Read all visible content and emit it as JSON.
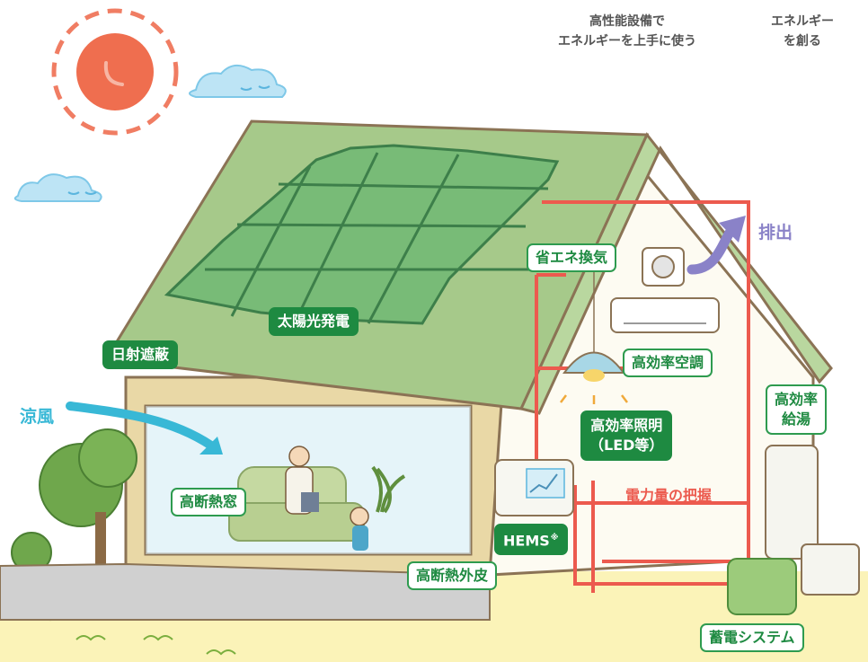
{
  "headings": {
    "use": [
      "高性能設備で",
      "エネルギーを上手に使う"
    ],
    "create": [
      "エネルギー",
      "を創る"
    ]
  },
  "labels": {
    "solar": "太陽光発電",
    "shade": "日射遮蔽",
    "ventilation": "省エネ換気",
    "aircon": "高効率空調",
    "lighting": [
      "高効率照明",
      "（LED等）"
    ],
    "water_heater": [
      "高効率",
      "給湯"
    ],
    "power_monitor": "電力量の把握",
    "hems": "HEMS",
    "hems_mark": "※",
    "window": "高断熱窓",
    "envelope": "高断熱外皮",
    "storage": "蓄電システム",
    "breeze": "涼風",
    "exhaust": "排出"
  },
  "colors": {
    "tag_green": "#1e8a41",
    "roof": "#a6c98a",
    "panel": "#6fb36d",
    "wiring": "#ec5a4e",
    "breeze": "#38b8d6",
    "exhaust": "#8a82c8",
    "sun": "#ef6e4f"
  }
}
